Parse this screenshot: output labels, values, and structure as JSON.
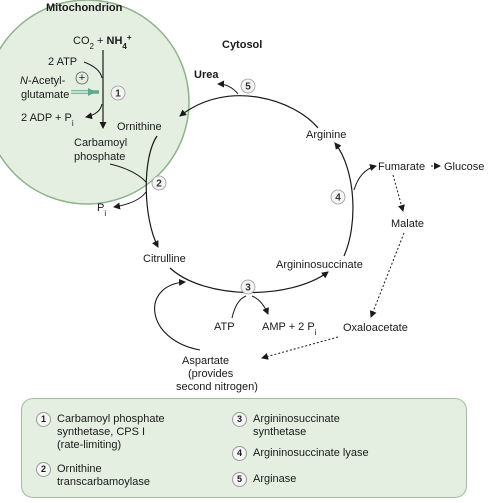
{
  "compartments": {
    "mitochondrion": "Mitochondrion",
    "cytosol": "Cytosol"
  },
  "metabolites": {
    "co2": "CO",
    "co2_sub": "2",
    "plus": " + ",
    "nh4": "NH",
    "nh4_sub": "4",
    "nh4_sup": "+",
    "atp2": "2 ATP",
    "nacetyl_italic": "N",
    "nacetyl_rest": "-Acetyl-",
    "glutamate": "glutamate",
    "plus_sign": "+",
    "adp_pi": "2 ADP + P",
    "adp_pi_sub": "i",
    "carbamoyl": "Carbamoyl",
    "phosphate": "phosphate",
    "pi": "P",
    "pi_sub": "i",
    "ornithine": "Ornithine",
    "citrulline": "Citrulline",
    "argininosuccinate": "Argininosuccinate",
    "arginine": "Arginine",
    "urea": "Urea",
    "fumarate": "Fumarate",
    "glucose": "Glucose",
    "malate": "Malate",
    "oxaloacetate": "Oxaloacetate",
    "aspartate": "Aspartate",
    "provides": "(provides",
    "second_nitrogen": "second nitrogen)",
    "atp": "ATP",
    "amp_pi": "AMP + 2 P",
    "amp_pi_sub": "i"
  },
  "steps": [
    "1",
    "2",
    "3",
    "4",
    "5"
  ],
  "legend": [
    {
      "num": "1",
      "text": "Carbamoyl phosphate\nsynthetase, CPS I\n(rate-limiting)"
    },
    {
      "num": "2",
      "text": "Ornithine\ntranscarbamoylase"
    },
    {
      "num": "3",
      "text": "Argininosuccinate\nsynthetase"
    },
    {
      "num": "4",
      "text": "Argininosuccinate lyase"
    },
    {
      "num": "5",
      "text": "Arginase"
    }
  ],
  "colors": {
    "mito_fill": "#e4efe2",
    "mito_stroke": "#9fbf9a",
    "activator_arrow": "#5fa88e",
    "legend_fill": "#e4efe2"
  }
}
